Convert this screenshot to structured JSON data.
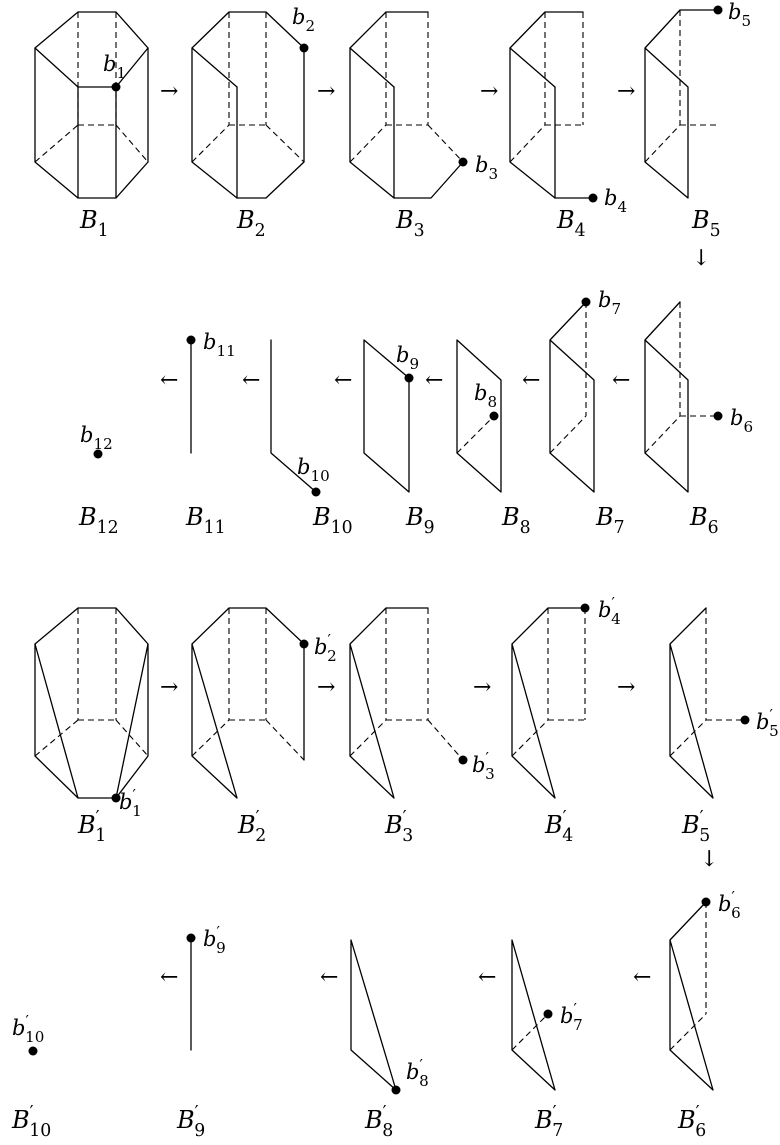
{
  "seqA": {
    "captions": [
      "B_1",
      "B_2",
      "B_3",
      "B_4",
      "B_5",
      "B_6",
      "B_7",
      "B_8",
      "B_9",
      "B_10",
      "B_11",
      "B_12"
    ],
    "points": [
      "b_1",
      "b_2",
      "b_3",
      "b_4",
      "b_5",
      "b_6",
      "b_7",
      "b_8",
      "b_9",
      "b_10",
      "b_11",
      "b_12"
    ]
  },
  "seqB": {
    "captions": [
      "B'_1",
      "B'_2",
      "B'_3",
      "B'_4",
      "B'_5",
      "B'_6",
      "B'_7",
      "B'_8",
      "B'_9",
      "B'_10"
    ],
    "points": [
      "b'_1",
      "b'_2",
      "b'_3",
      "b'_4",
      "b'_5",
      "b'_6",
      "b'_7",
      "b'_8",
      "b'_9",
      "b'_10"
    ]
  },
  "arrows": {
    "right": "→",
    "left": "←",
    "down": "↓"
  }
}
